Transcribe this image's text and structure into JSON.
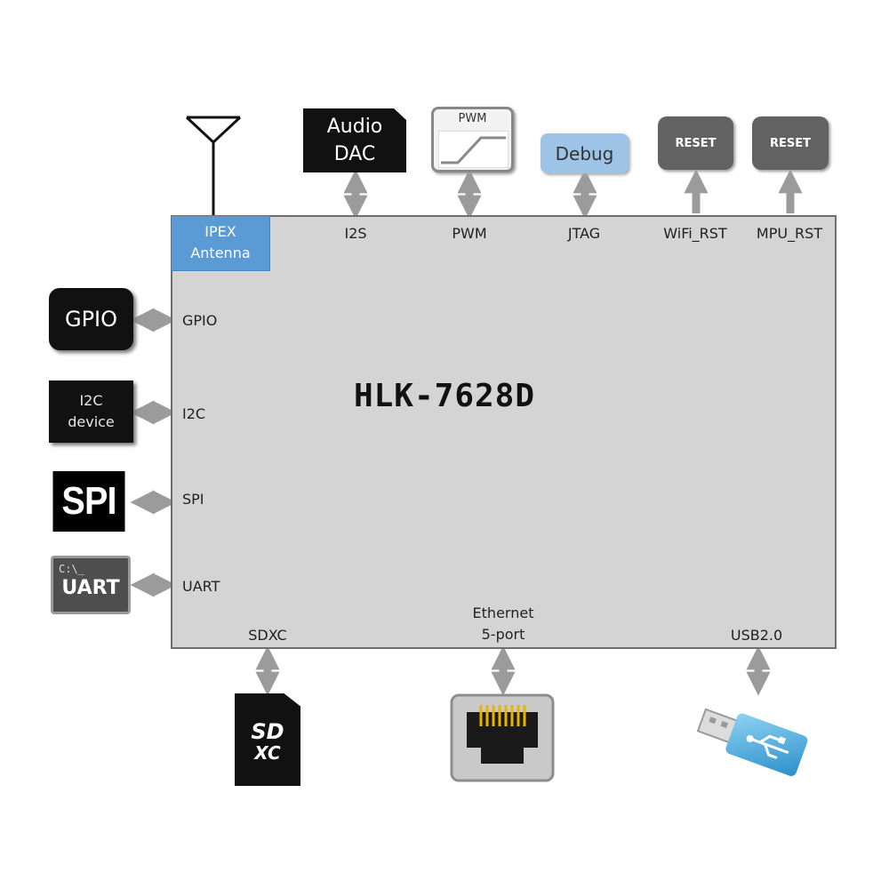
{
  "module": {
    "title": "HLK-7628D"
  },
  "ipex": {
    "line1": "IPEX",
    "line2": "Antenna"
  },
  "top_ports": {
    "i2s": "I2S",
    "pwm": "PWM",
    "jtag": "JTAG",
    "wifi_rst": "WiFi_RST",
    "mpu_rst": "MPU_RST"
  },
  "left_ports": {
    "gpio": "GPIO",
    "i2c": "I2C",
    "spi": "SPI",
    "uart": "UART"
  },
  "bottom_ports": {
    "sdxc": "SDXC",
    "ethernet_line1": "Ethernet",
    "ethernet_line2": "5-port",
    "usb": "USB2.0"
  },
  "devices": {
    "audio_dac_line1": "Audio",
    "audio_dac_line2": "DAC",
    "pwm_box": "PWM",
    "debug": "Debug",
    "reset_wifi": "RESET",
    "reset_mpu": "RESET",
    "gpio": "GPIO",
    "i2c_line1": "I2C",
    "i2c_line2": "device",
    "spi": "SPI",
    "uart_prompt": "C:\\_",
    "uart": "UART",
    "sd_logo_top": "SD",
    "sd_logo_bottom": "XC"
  },
  "colors": {
    "module_fill": "#d4d4d4",
    "ipex_blue": "#5b9bd5",
    "debug_blue": "#9dc3e6",
    "arrow": "#9b9b9b"
  }
}
